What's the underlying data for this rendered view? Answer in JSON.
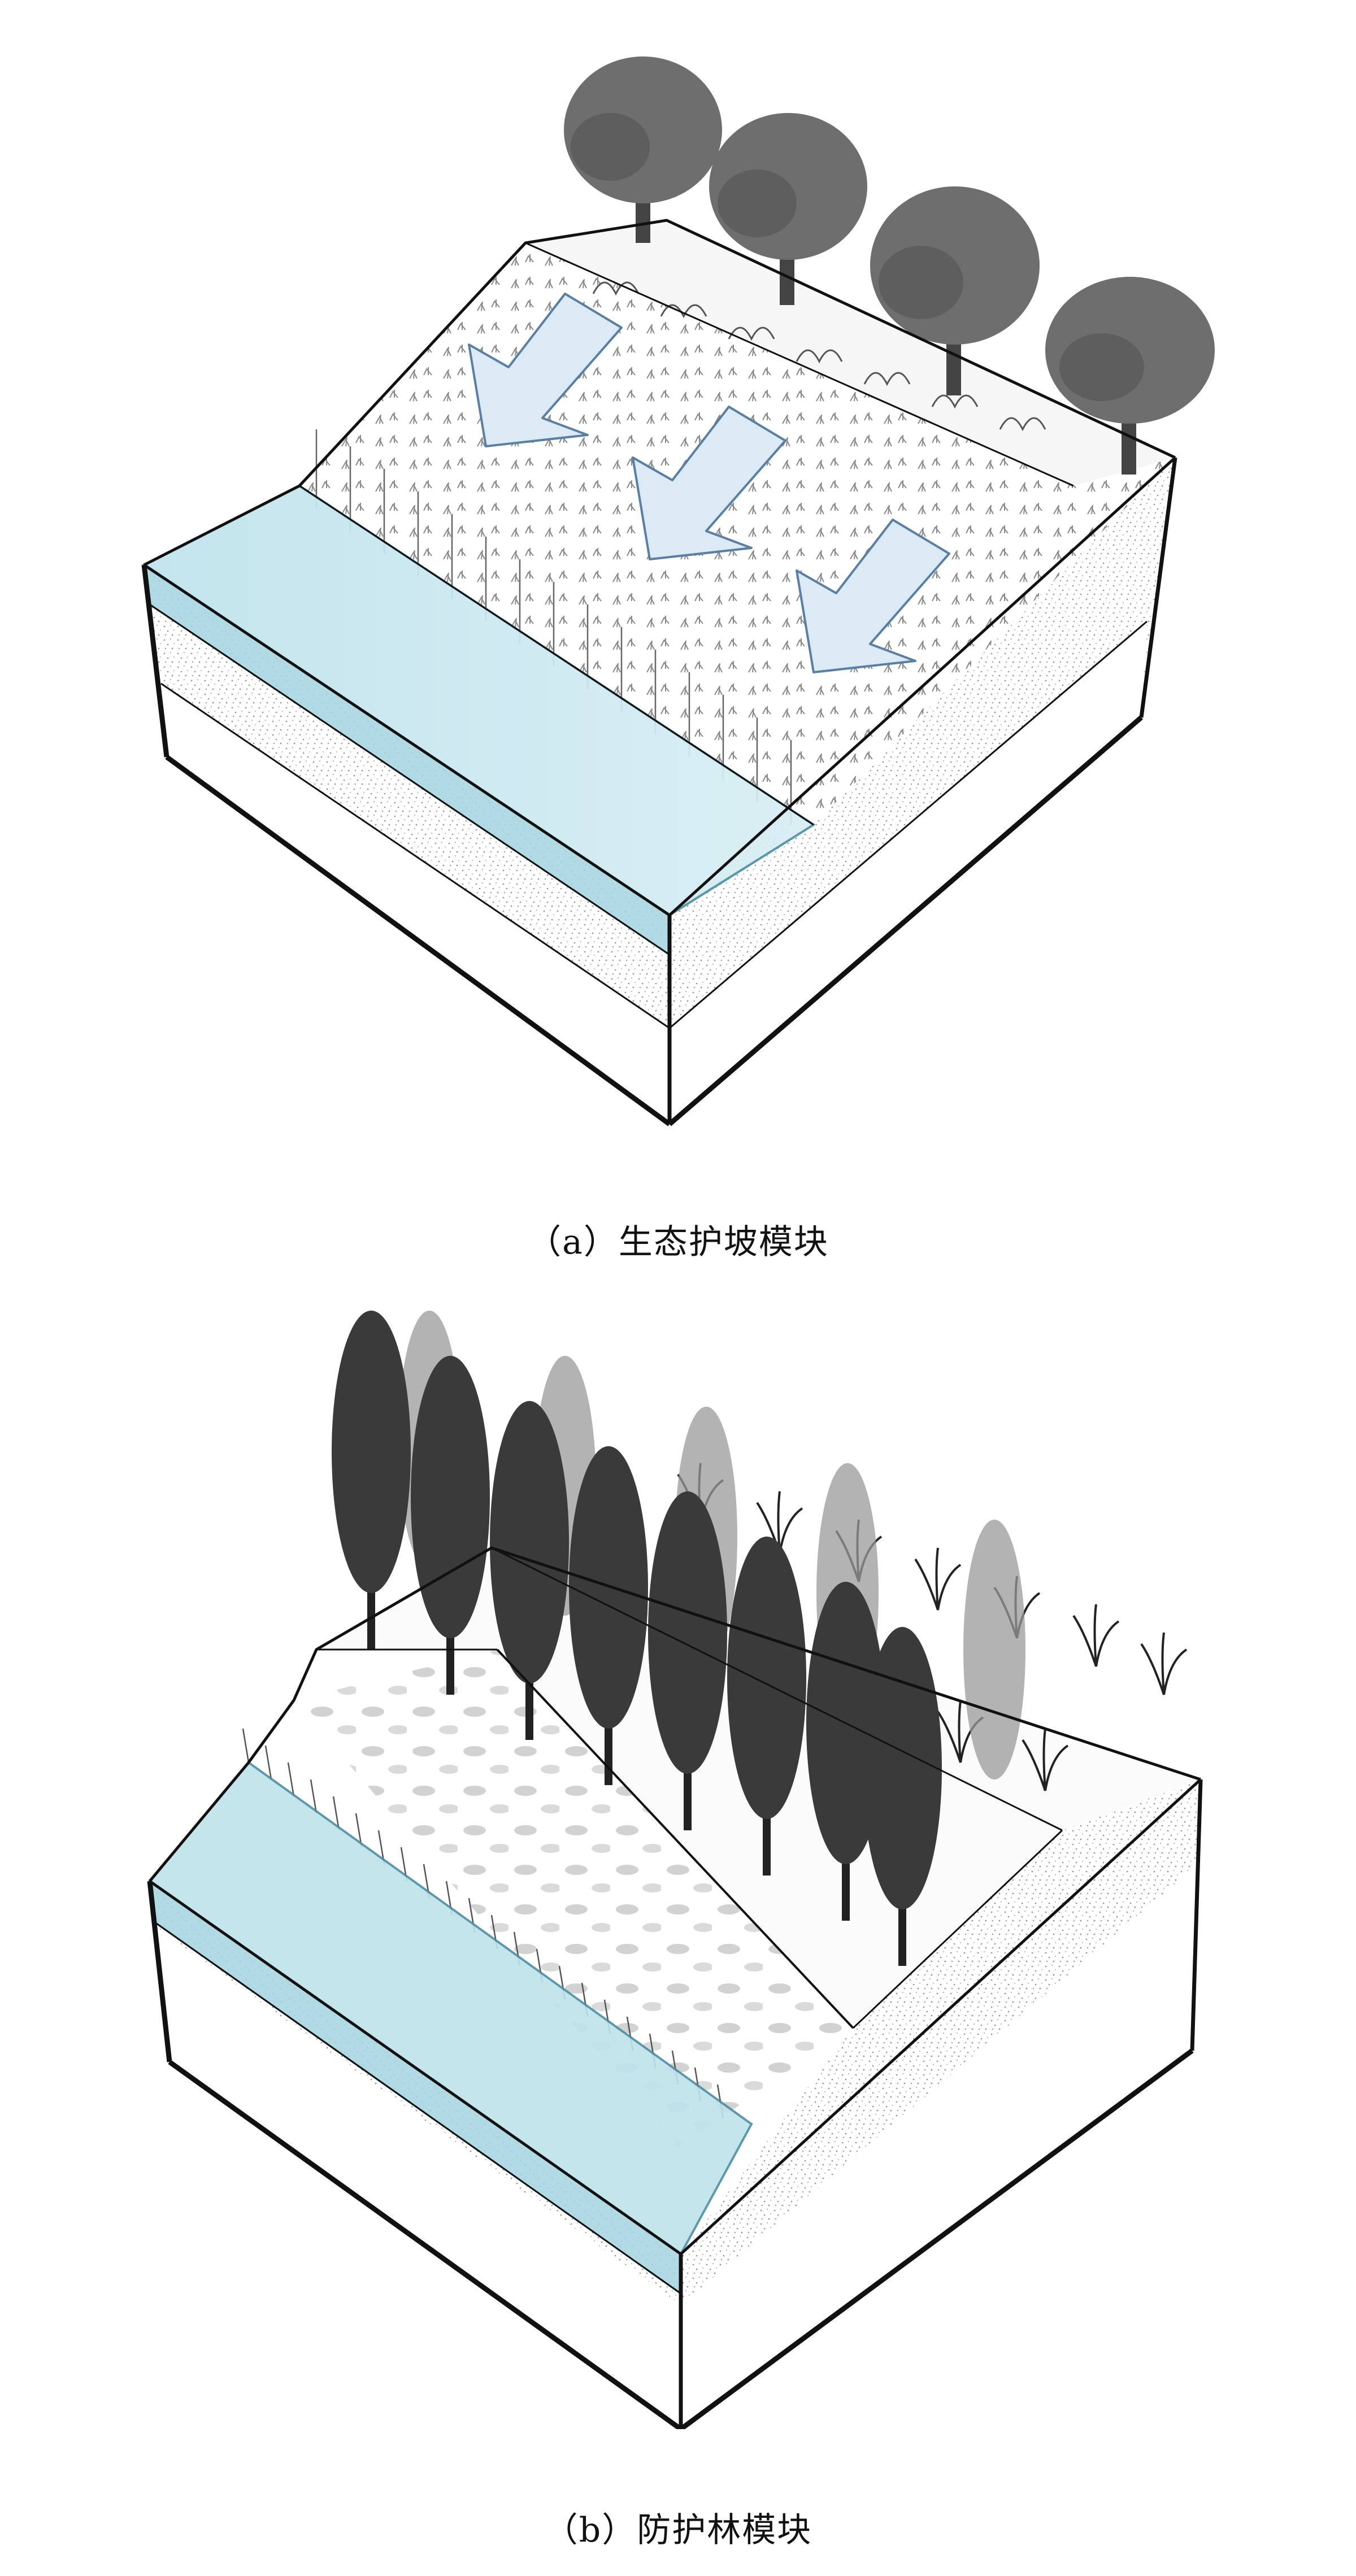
{
  "figures": [
    {
      "id": "a",
      "caption": "（a）生态护坡模块",
      "icons": [
        "tree-icon",
        "shrub-icon",
        "reed-icon",
        "grass-icon",
        "flow-arrow-icon"
      ]
    },
    {
      "id": "b",
      "caption": "（b）防护林模块",
      "icons": [
        "poplar-tree-icon",
        "grass-tuft-icon",
        "reed-icon",
        "shrub-icon"
      ]
    }
  ],
  "colors": {
    "water": "#bfe3ec",
    "water_edge": "#6fb2c4",
    "arrow": "#dceaf6",
    "arrow_edge": "#5a7fa3",
    "tree": "#6e6e6e",
    "tree_dark": "#3a3a3a",
    "outline": "#111111",
    "soil_texture": "#9a9a9a"
  }
}
